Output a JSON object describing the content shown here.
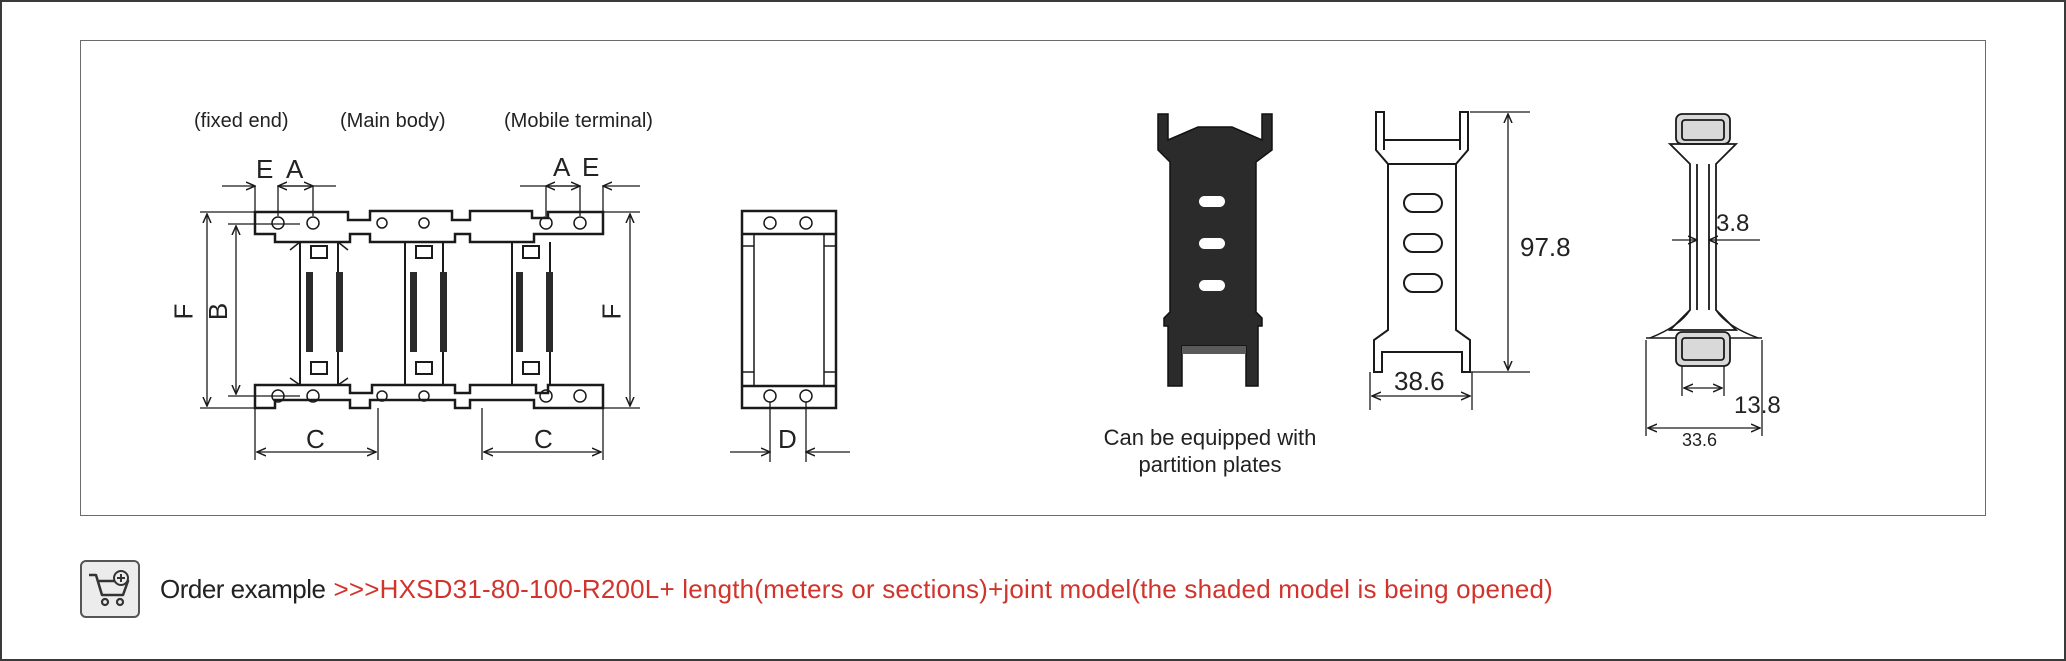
{
  "views": {
    "captions": [
      "(fixed end)",
      "(Main body)",
      "(Mobile terminal)"
    ],
    "side_dims": {
      "e_left": "E",
      "a_left": "A",
      "a_right": "A",
      "e_right": "E",
      "f_left": "F",
      "b_left": "B",
      "f_right": "F",
      "c_left": "C",
      "c_right": "C"
    },
    "end_dims": {
      "d": "D"
    },
    "partition_note": [
      "Can be equipped with",
      "partition plates"
    ],
    "front_dims": {
      "height": "97.8",
      "width": "38.6"
    },
    "section_dims": {
      "thickness": "3.8",
      "inner": "13.8",
      "outer": "33.6"
    }
  },
  "order": {
    "label": "Order example",
    "model": ">>>HXSD31-80-100-R200L+ length(meters or sections)+joint model(the shaded model is being opened)",
    "icon": "cart-add-icon"
  },
  "colors": {
    "line": "#1a1a1a",
    "part_fill": "#2b2b2b",
    "accent": "#d0342c"
  }
}
